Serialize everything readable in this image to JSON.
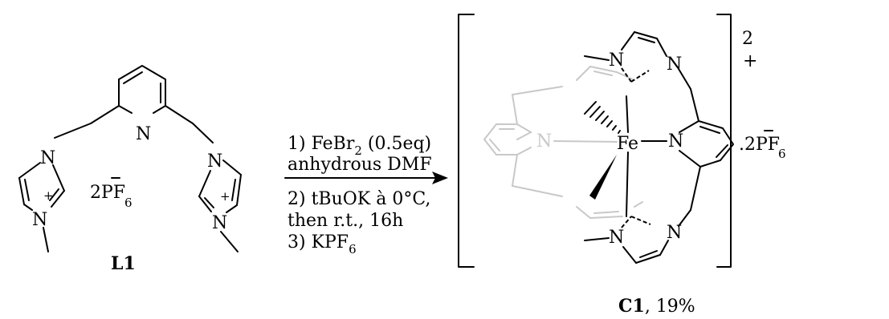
{
  "ligand": {
    "label": "L1",
    "counterion": "2PF",
    "counterion_sub": "6",
    "charge_sign": "+",
    "n": "N"
  },
  "arrow": {
    "step1_line1": "1) FeBr",
    "step1_sub": "2",
    "step1_rest": " (0.5eq)",
    "step1_line2": "anhydrous DMF",
    "step2_line1": "2) tBuOK à 0°C,",
    "step2_line2": "then r.t., 16h",
    "step3": "3) KPF",
    "step3_sub": "6"
  },
  "complex": {
    "label": "C1",
    "yield": ", 19%",
    "metal": "Fe",
    "charge_num": "2",
    "charge_sign": "+",
    "counterion": ".2PF",
    "counterion_sub": "6",
    "n": "N"
  }
}
